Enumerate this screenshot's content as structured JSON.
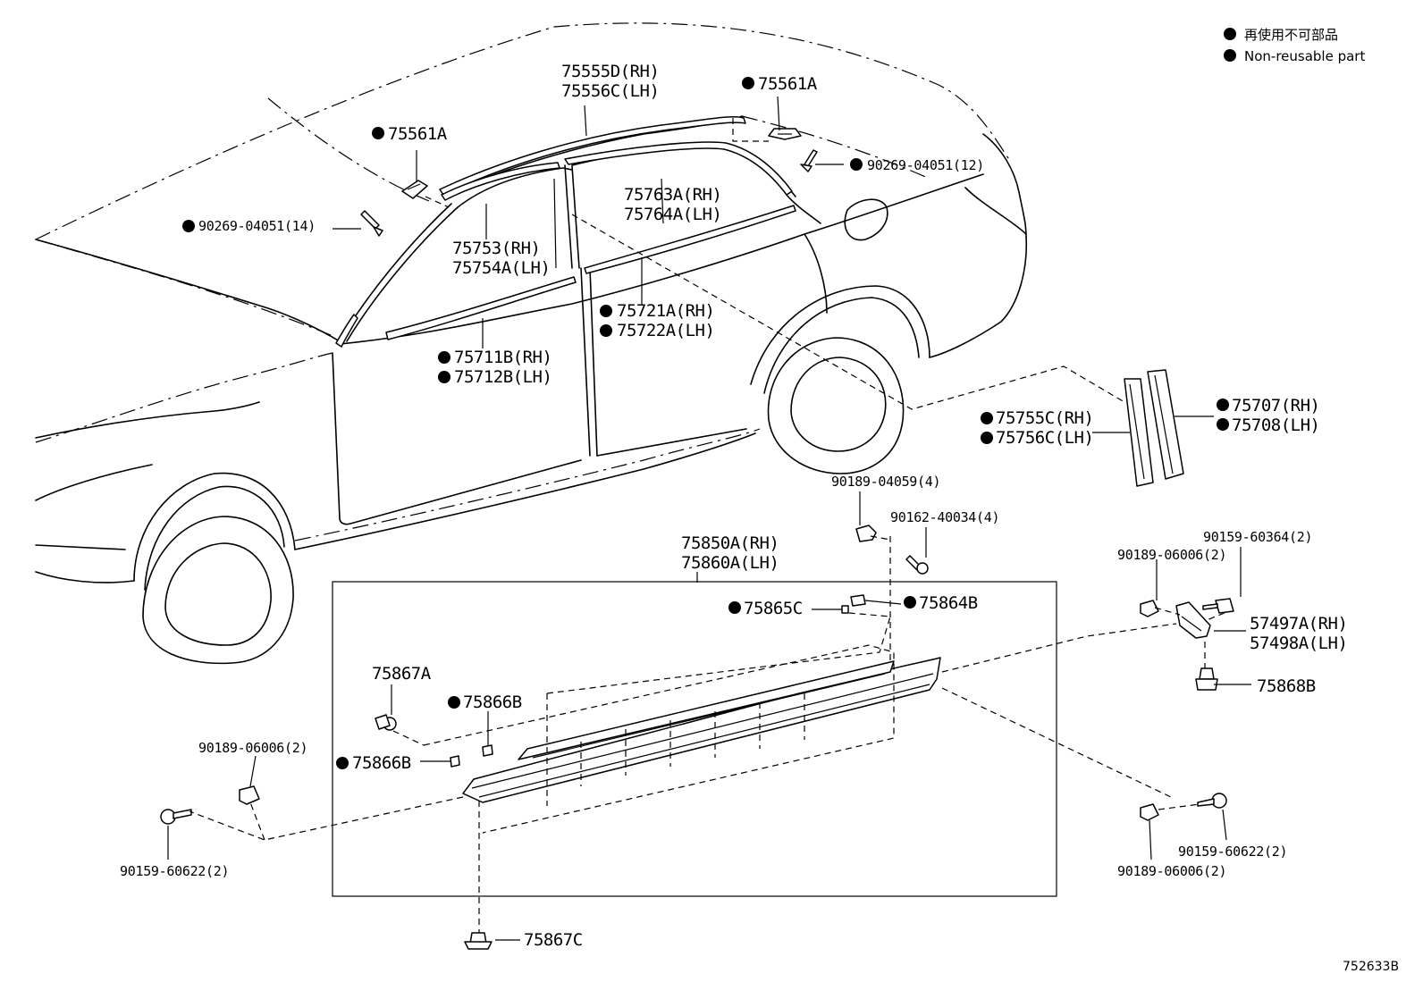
{
  "legend": {
    "jp": "再使用不可部品",
    "en": "Non-reusable part"
  },
  "diagram_id": "752633B",
  "labels": {
    "p75555": [
      "75555D(RH)",
      "75556C(LH)"
    ],
    "p75561_right": "75561A",
    "p75561_left": "75561A",
    "p90269_12": "90269-04051(12)",
    "p90269_14": "90269-04051(14)",
    "p75763": [
      "75763A(RH)",
      "75764A(LH)"
    ],
    "p75753": [
      "75753(RH)",
      "75754A(LH)"
    ],
    "p75721": [
      "75721A(RH)",
      "75722A(LH)"
    ],
    "p75711": [
      "75711B(RH)",
      "75712B(LH)"
    ],
    "p75755": [
      "75755C(RH)",
      "75756C(LH)"
    ],
    "p75707": [
      "75707(RH)",
      "75708(LH)"
    ],
    "p90189_04059": "90189-04059(4)",
    "p90162": "90162-40034(4)",
    "p75850": [
      "75850A(RH)",
      "75860A(LH)"
    ],
    "p75865": "75865C",
    "p75864": "75864B",
    "p90159_60364": "90159-60364(2)",
    "p90189_06006_tr": "90189-06006(2)",
    "p57497": [
      "57497A(RH)",
      "57498A(LH)"
    ],
    "p75868": "75868B",
    "p75867A": "75867A",
    "p75866_upper": "75866B",
    "p75866_lower": "75866B",
    "p90189_06006_l": "90189-06006(2)",
    "p90159_60622_l": "90159-60622(2)",
    "p90159_60622_r": "90159-60622(2)",
    "p90189_06006_br": "90189-06006(2)",
    "p75867C": "75867C"
  }
}
